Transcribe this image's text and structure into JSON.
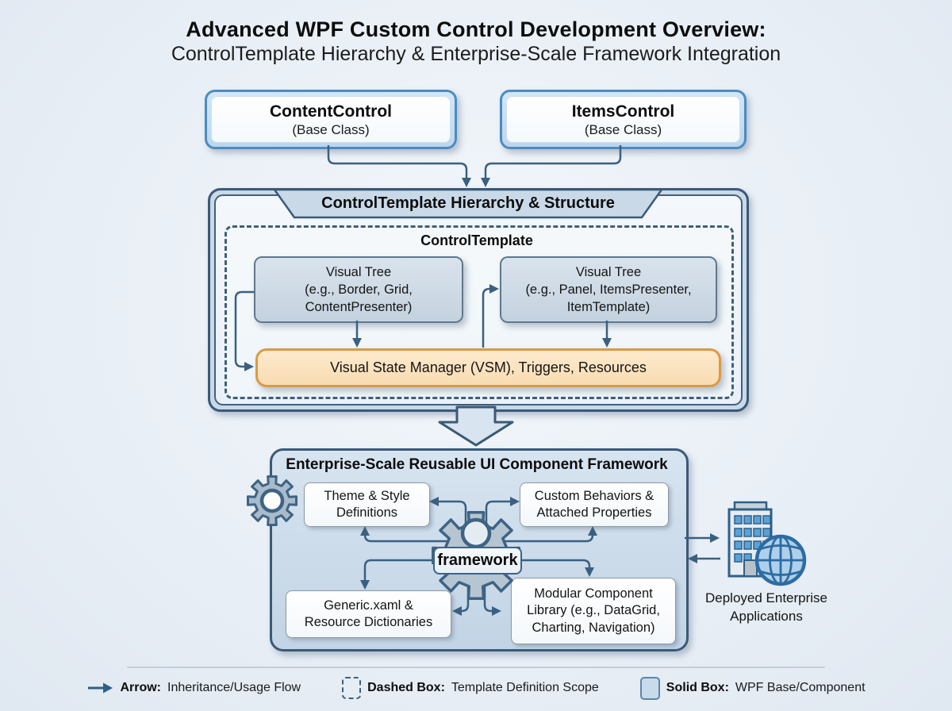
{
  "title": {
    "line1": "Advanced WPF Custom Control Development Overview:",
    "line2": "ControlTemplate Hierarchy & Enterprise-Scale Framework Integration"
  },
  "base_classes": {
    "content_control": {
      "name": "ContentControl",
      "type": "(Base Class)"
    },
    "items_control": {
      "name": "ItemsControl",
      "type": "(Base Class)"
    }
  },
  "template_section": {
    "banner": "ControlTemplate Hierarchy & Structure",
    "scope_label": "ControlTemplate",
    "visual_tree_content": {
      "line1": "Visual Tree",
      "line2": "(e.g., Border, Grid,",
      "line3": "ContentPresenter)"
    },
    "visual_tree_items": {
      "line1": "Visual Tree",
      "line2": "(e.g., Panel, ItemsPresenter,",
      "line3": "ItemTemplate)"
    },
    "vsm_bar": "Visual State Manager (VSM), Triggers, Resources"
  },
  "framework_section": {
    "title": "Enterprise-Scale Reusable UI Component Framework",
    "hub_label": "framework",
    "theme_node": {
      "line1": "Theme & Style",
      "line2": "Definitions"
    },
    "behaviors_node": {
      "line1": "Custom Behaviors &",
      "line2": "Attached Properties"
    },
    "generic_node": {
      "line1": "Generic.xaml &",
      "line2": "Resource Dictionaries"
    },
    "modular_node": {
      "line1": "Modular Component",
      "line2": "Library (e.g., DataGrid,",
      "line3": "Charting, Navigation)"
    }
  },
  "deployment": {
    "line1": "Deployed Enterprise",
    "line2": "Applications"
  },
  "legend": {
    "arrow": {
      "term": "Arrow:",
      "desc": "Inheritance/Usage Flow"
    },
    "dashed": {
      "term": "Dashed Box:",
      "desc": "Template Definition Scope"
    },
    "solid": {
      "term": "Solid Box:",
      "desc": "WPF Base/Component"
    }
  },
  "colors": {
    "background": "#e9eff6",
    "base_box_border": "#4a8cc0",
    "panel_border": "#3a5a77",
    "panel_band": "#c9d9e8",
    "arrow": "#3a6080",
    "vsm_fill": "#f9dfba",
    "vsm_border": "#da9a46",
    "node_fill": "#ffffff",
    "gear_fill": "#a9bbca",
    "globe_fill": "#aed0ea",
    "window_fill": "#5aa2d6"
  }
}
